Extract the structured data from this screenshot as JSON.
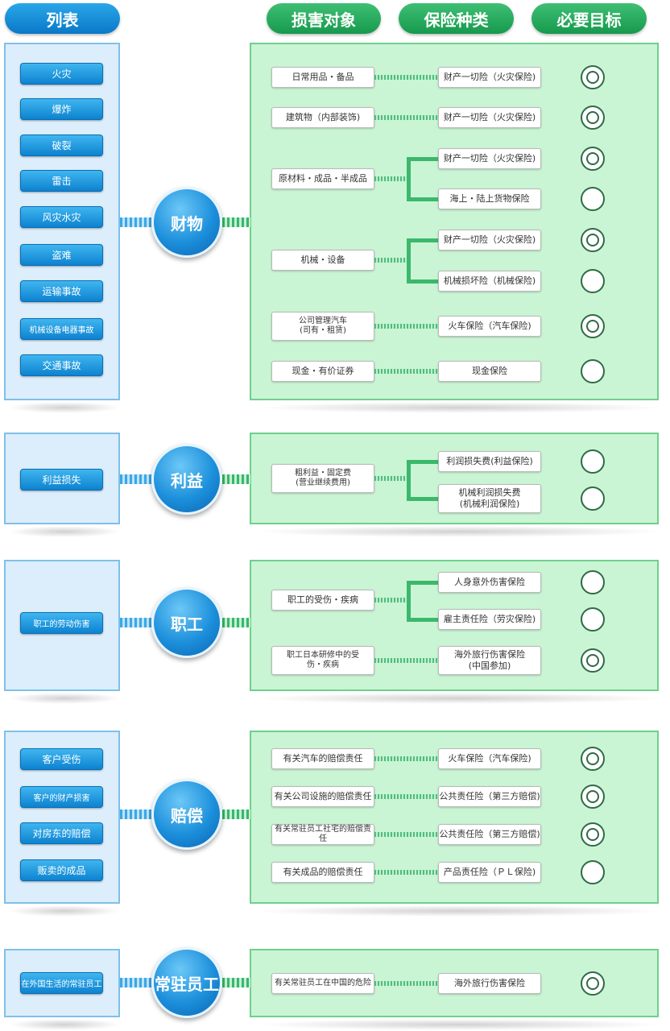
{
  "headers": {
    "list": "列表",
    "damage": "损害对象",
    "insurance": "保险种类",
    "target": "必要目标"
  },
  "sections": [
    {
      "hub": "财物",
      "hazards": [
        "火灾",
        "爆炸",
        "破裂",
        "雷击",
        "风灾水灾",
        "盗难",
        "运输事故",
        "机械设备电器事故",
        "交通事故"
      ],
      "rows": [
        {
          "object": "日常用品・备品",
          "insurances": [
            {
              "name": "财产一切险（火灾保险)",
              "target": "double"
            }
          ]
        },
        {
          "object": "建筑物（内部装饰)",
          "insurances": [
            {
              "name": "财产一切险（火灾保险)",
              "target": "double"
            }
          ]
        },
        {
          "object": "原材料・成品・半成品",
          "insurances": [
            {
              "name": "财产一切险（火灾保险)",
              "target": "double"
            },
            {
              "name": "海上・陆上货物保险",
              "target": "single"
            }
          ]
        },
        {
          "object": "机械・设备",
          "insurances": [
            {
              "name": "财产一切险（火灾保险)",
              "target": "double"
            },
            {
              "name": "机械损坏险（机械保险)",
              "target": "single"
            }
          ]
        },
        {
          "object": "公司管理汽车\n(司有・租赁)",
          "insurances": [
            {
              "name": "火车保险（汽车保险)",
              "target": "double"
            }
          ]
        },
        {
          "object": "现金・有价证券",
          "insurances": [
            {
              "name": "现金保险",
              "target": "single"
            }
          ]
        }
      ]
    },
    {
      "hub": "利益",
      "hazards": [
        "利益损失"
      ],
      "rows": [
        {
          "object": "粗利益・固定费\n(营业继续费用)",
          "insurances": [
            {
              "name": "利润损失费(利益保险)",
              "target": "single"
            },
            {
              "name": "机械利润损失费\n(机械利润保险)",
              "target": "single"
            }
          ]
        }
      ]
    },
    {
      "hub": "职工",
      "hazards": [
        "职工的劳动伤害"
      ],
      "rows": [
        {
          "object": "职工的受伤・疾病",
          "insurances": [
            {
              "name": "人身意外伤害保险",
              "target": "single"
            },
            {
              "name": "雇主责任险（劳灾保险)",
              "target": "single"
            }
          ]
        },
        {
          "object": "职工日本研修中的受\n伤・疾病",
          "insurances": [
            {
              "name": "海外旅行伤害保险\n(中国参加)",
              "target": "double"
            }
          ]
        }
      ]
    },
    {
      "hub": "赔偿",
      "hazards": [
        "客户受伤",
        "客户的财产损害",
        "对房东的赔偿",
        "贩卖的成品"
      ],
      "rows": [
        {
          "object": "有关汽车的赔偿责任",
          "insurances": [
            {
              "name": "火车保险（汽车保险)",
              "target": "double"
            }
          ]
        },
        {
          "object": "有关公司设施的赔偿责任",
          "insurances": [
            {
              "name": "公共责任险（第三方赔偿)",
              "target": "double"
            }
          ]
        },
        {
          "object": "有关常驻员工社宅的赔偿责任",
          "insurances": [
            {
              "name": "公共责任险（第三方赔偿)",
              "target": "double"
            }
          ]
        },
        {
          "object": "有关成品的赔偿责任",
          "insurances": [
            {
              "name": "产品责任险（ＰＬ保险)",
              "target": "single"
            }
          ]
        }
      ]
    },
    {
      "hub": "常驻员工",
      "hazards": [
        "在外国生活的常驻员工"
      ],
      "rows": [
        {
          "object": "有关常驻员工在中国的危险",
          "insurances": [
            {
              "name": "海外旅行伤害保险",
              "target": "double"
            }
          ]
        }
      ]
    }
  ]
}
